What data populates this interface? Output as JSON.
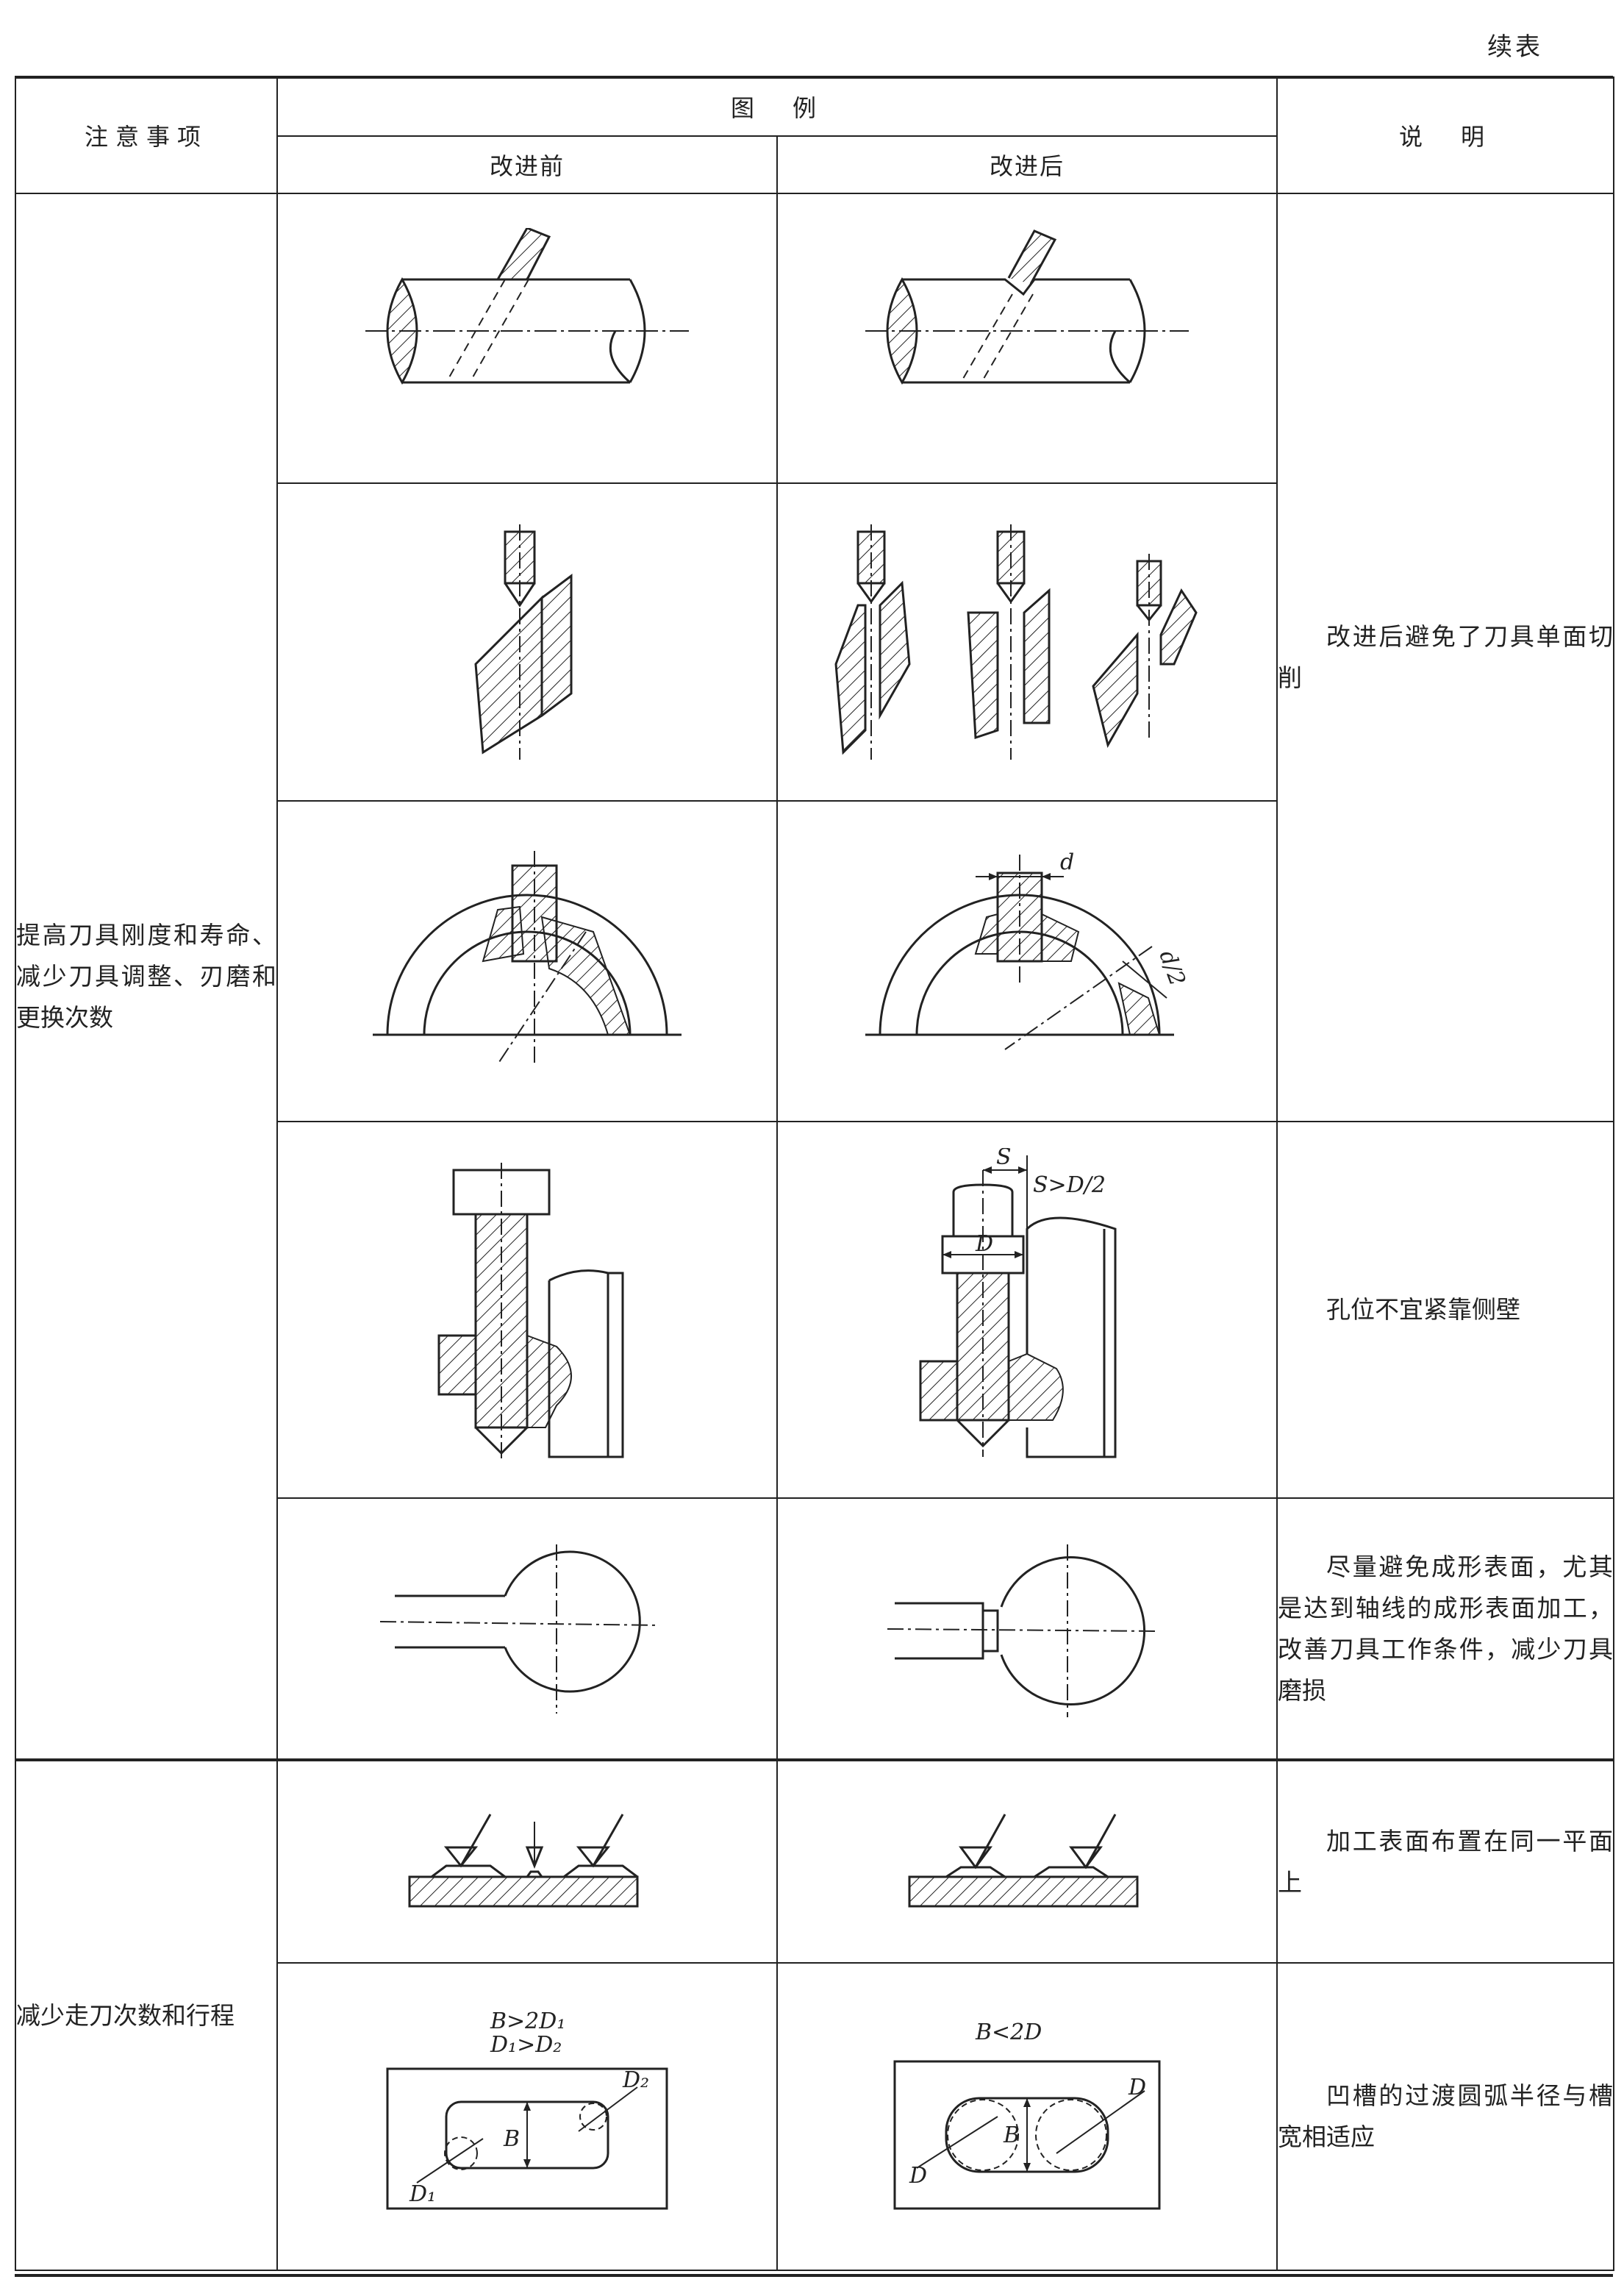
{
  "continued_label": "续表",
  "header": {
    "col_note": "注意事项",
    "col_figure": "图　例",
    "col_before": "改进前",
    "col_after": "改进后",
    "col_desc": "说　明"
  },
  "sections": [
    {
      "note": "提高刀具刚度和寿命、减少刀具调整、刃磨和更换次数",
      "rows": [
        {
          "desc": "改进后避免了刀具单面切削"
        },
        {},
        {},
        {
          "desc": "孔位不宜紧靠侧壁",
          "labels": {
            "s": "S",
            "cond": "S>D/2",
            "d": "D"
          }
        },
        {
          "desc": "尽量避免成形表面，尤其是达到轴线的成形表面加工，改善刀具工作条件，减少刀具磨损"
        }
      ],
      "labels": {
        "d": "d",
        "half": "d/2"
      }
    },
    {
      "note": "减少走刀次数和行程",
      "rows": [
        {
          "desc": "加工表面布置在同一平面上"
        },
        {
          "desc": "凹槽的过渡圆弧半径与槽宽相适应",
          "before_cond1": "B>2D₁",
          "before_cond2": "D₁>D₂",
          "after_cond": "B<2D",
          "lbl_b": "B",
          "lbl_d1": "D₁",
          "lbl_d2": "D₂",
          "lbl_d": "D"
        }
      ]
    }
  ]
}
